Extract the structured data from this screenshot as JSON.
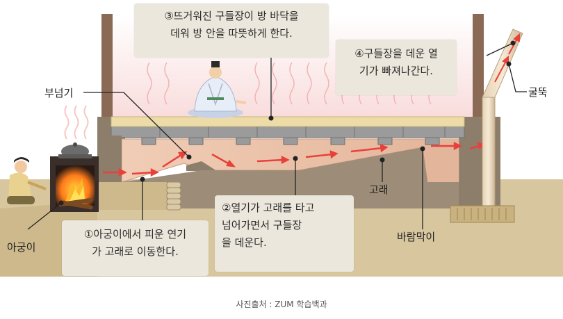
{
  "callouts": {
    "step1": {
      "line1": "①아궁이에서 피운 연기",
      "line2": "가 고래로 이동한다."
    },
    "step2": {
      "line1": "②열기가 고래를 타고",
      "line2": "넘어가면서 구들장",
      "line3": "을 데운다."
    },
    "step3": {
      "line1": "③뜨거워진 구들장이 방 바닥을",
      "line2": "데워 방 안을 따뜻하게 한다."
    },
    "step4": {
      "line1": "④구들장을 데운 열",
      "line2": "기가 빠져나간다."
    }
  },
  "labels": {
    "buneomgi": "부넘기",
    "agungi": "아궁이",
    "gorae": "고래",
    "baramagi": "바람막이",
    "gulttuk": "굴뚝"
  },
  "caption": "사진출처 : ZUM 학습백과",
  "colors": {
    "wall": "#8d7e6c",
    "ground": "#d8c79e",
    "flue": "#e9c1a5",
    "floor": "#eddca8",
    "arrow": "#e8403a",
    "callout_bg": "#ebe7dc"
  }
}
